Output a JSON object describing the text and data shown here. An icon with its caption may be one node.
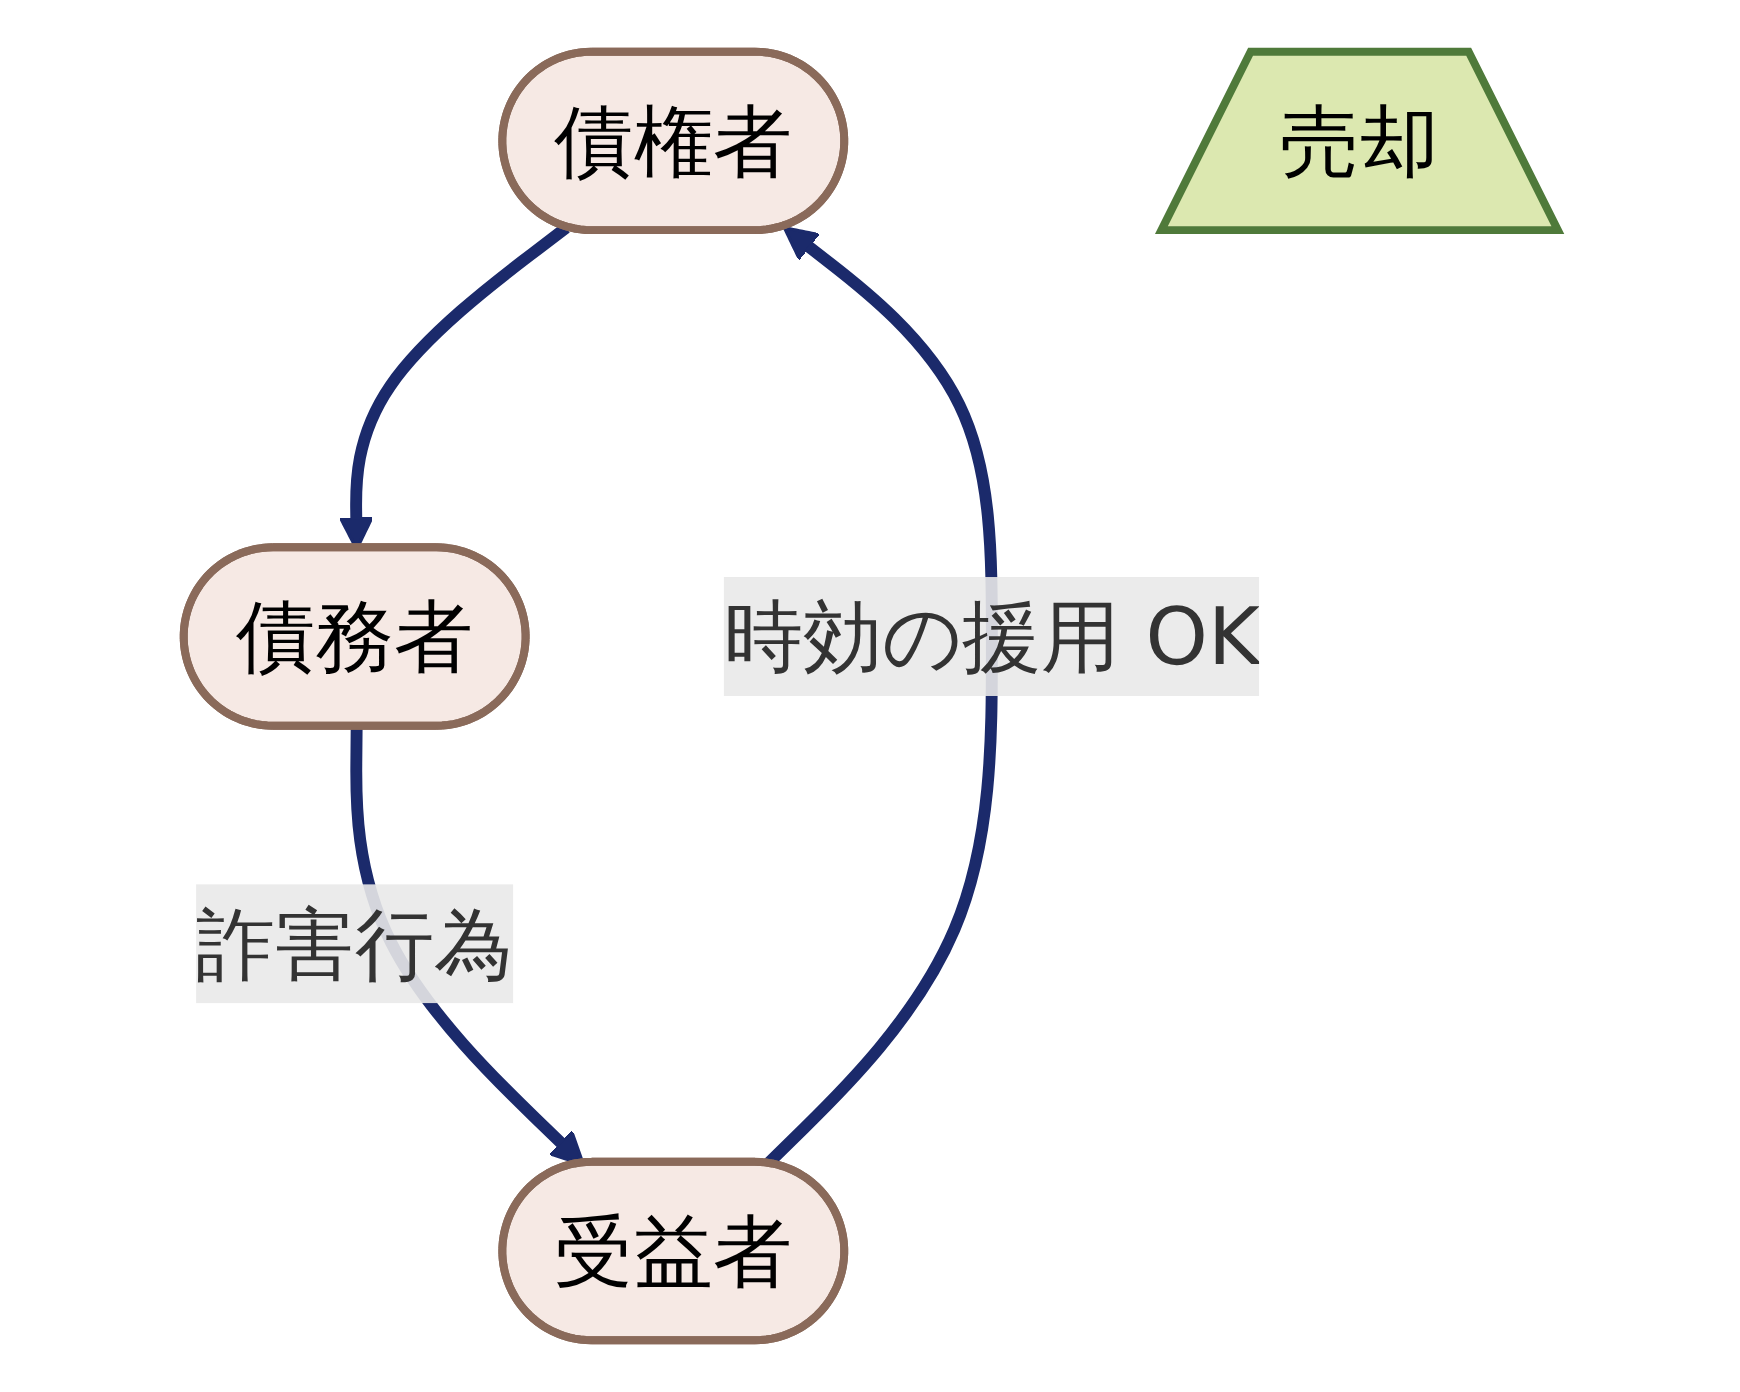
{
  "diagram": {
    "nodes": [
      {
        "text": [
          "債権者"
        ]
      },
      {
        "text": [
          "債務者"
        ]
      },
      {
        "text": [
          "受益者"
        ]
      },
      {
        "text": [
          "売却"
        ]
      }
    ],
    "edges": [
      {
        "from": 2,
        "to": 0,
        "arrow": "to",
        "label": "時効の援用 OK"
      },
      {
        "from": 0,
        "to": 1,
        "arrow": "to"
      },
      {
        "from": 1,
        "to": 2,
        "arrow": "to",
        "label": "詐害行為"
      }
    ]
  }
}
